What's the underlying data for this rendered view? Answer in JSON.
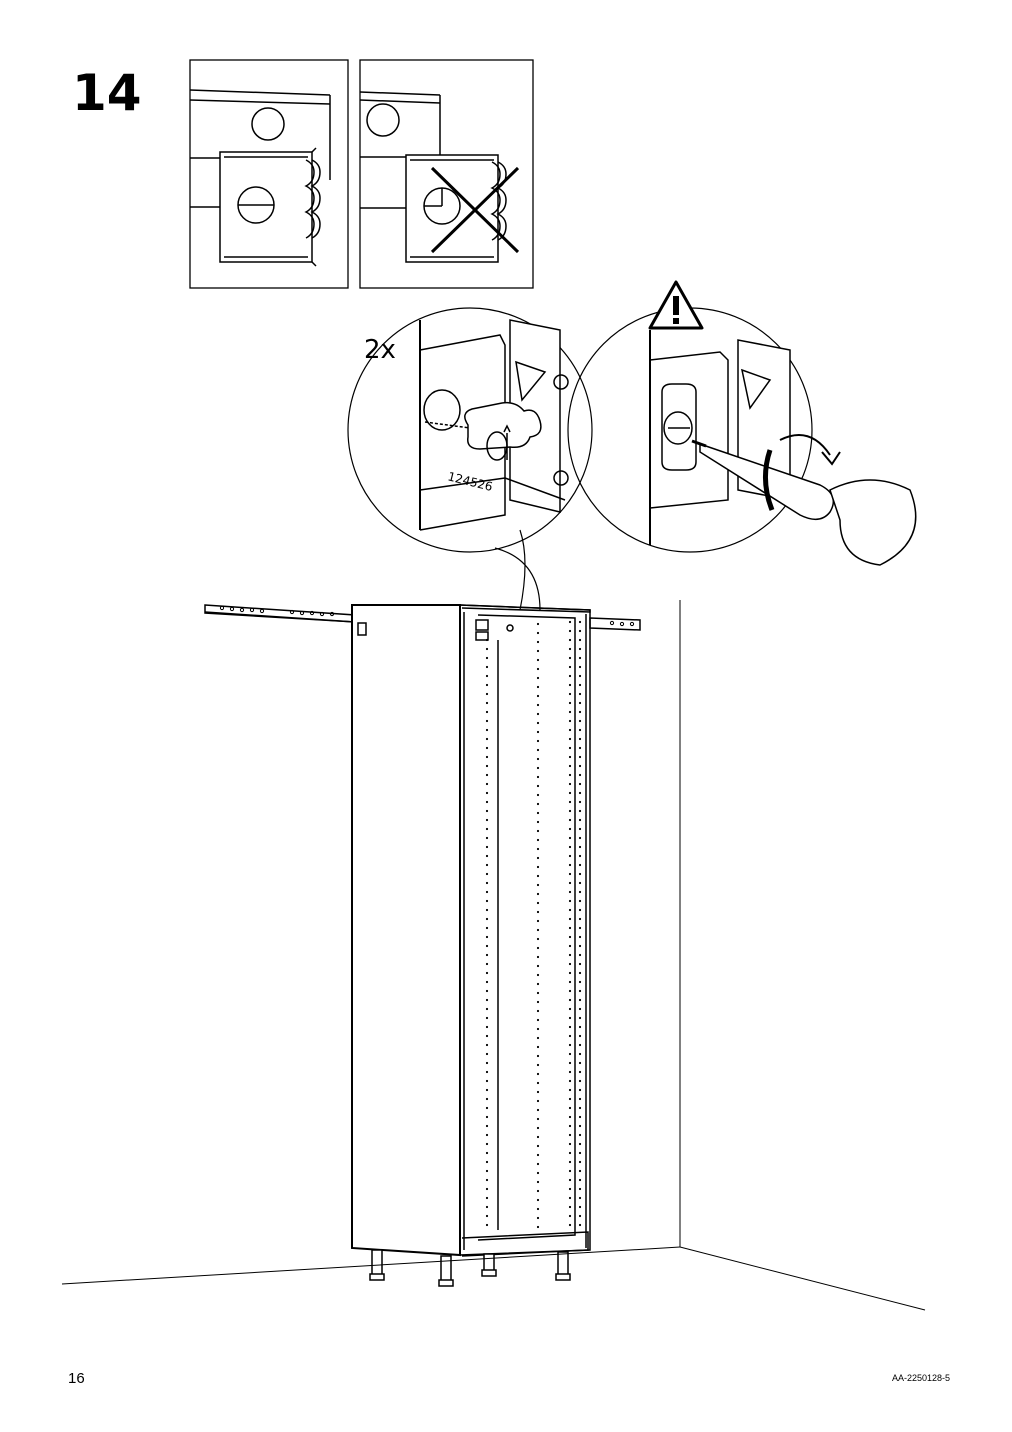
{
  "step": {
    "number": "14"
  },
  "detail": {
    "quantity": "2x",
    "part_number": "124526"
  },
  "footer": {
    "page_number": "16",
    "doc_id": "AA-2250128-5"
  },
  "icons": [
    "warning-icon",
    "rotate-arrow-icon",
    "incorrect-cross-icon",
    "screwdriver-icon"
  ]
}
